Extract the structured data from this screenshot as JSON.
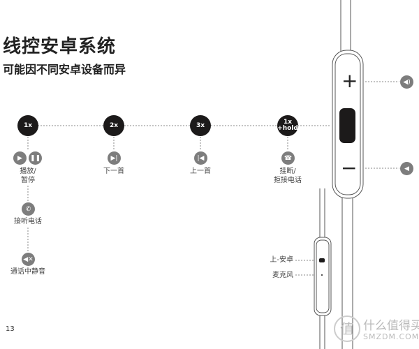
{
  "title": "线控安卓系统",
  "subtitle": "可能因不同安卓设备而异",
  "presses": [
    {
      "badge": "1x",
      "actions": [
        {
          "icons": [
            "play-icon",
            "pause-icon"
          ],
          "label": "播放/\n暂停"
        },
        {
          "icons": [
            "phone-icon"
          ],
          "label": "接听电话"
        },
        {
          "icons": [
            "mute-icon"
          ],
          "label": "通话中静音"
        }
      ]
    },
    {
      "badge": "2x",
      "actions": [
        {
          "icons": [
            "next-track-icon"
          ],
          "label": "下一首"
        }
      ]
    },
    {
      "badge": "3x",
      "actions": [
        {
          "icons": [
            "previous-track-icon"
          ],
          "label": "上一首"
        }
      ]
    },
    {
      "badge": "1x\n+hold",
      "actions": [
        {
          "icons": [
            "hang-up-icon"
          ],
          "label": "挂断/\n拒接电话"
        }
      ]
    }
  ],
  "remote": {
    "plus": "+",
    "minus": "−",
    "mic_labels": [
      "上-安卓",
      "麦克风"
    ]
  },
  "page_number": "13",
  "watermark": {
    "text": "什么值得买",
    "sub": "SMZDM.COM",
    "logo": "值"
  }
}
